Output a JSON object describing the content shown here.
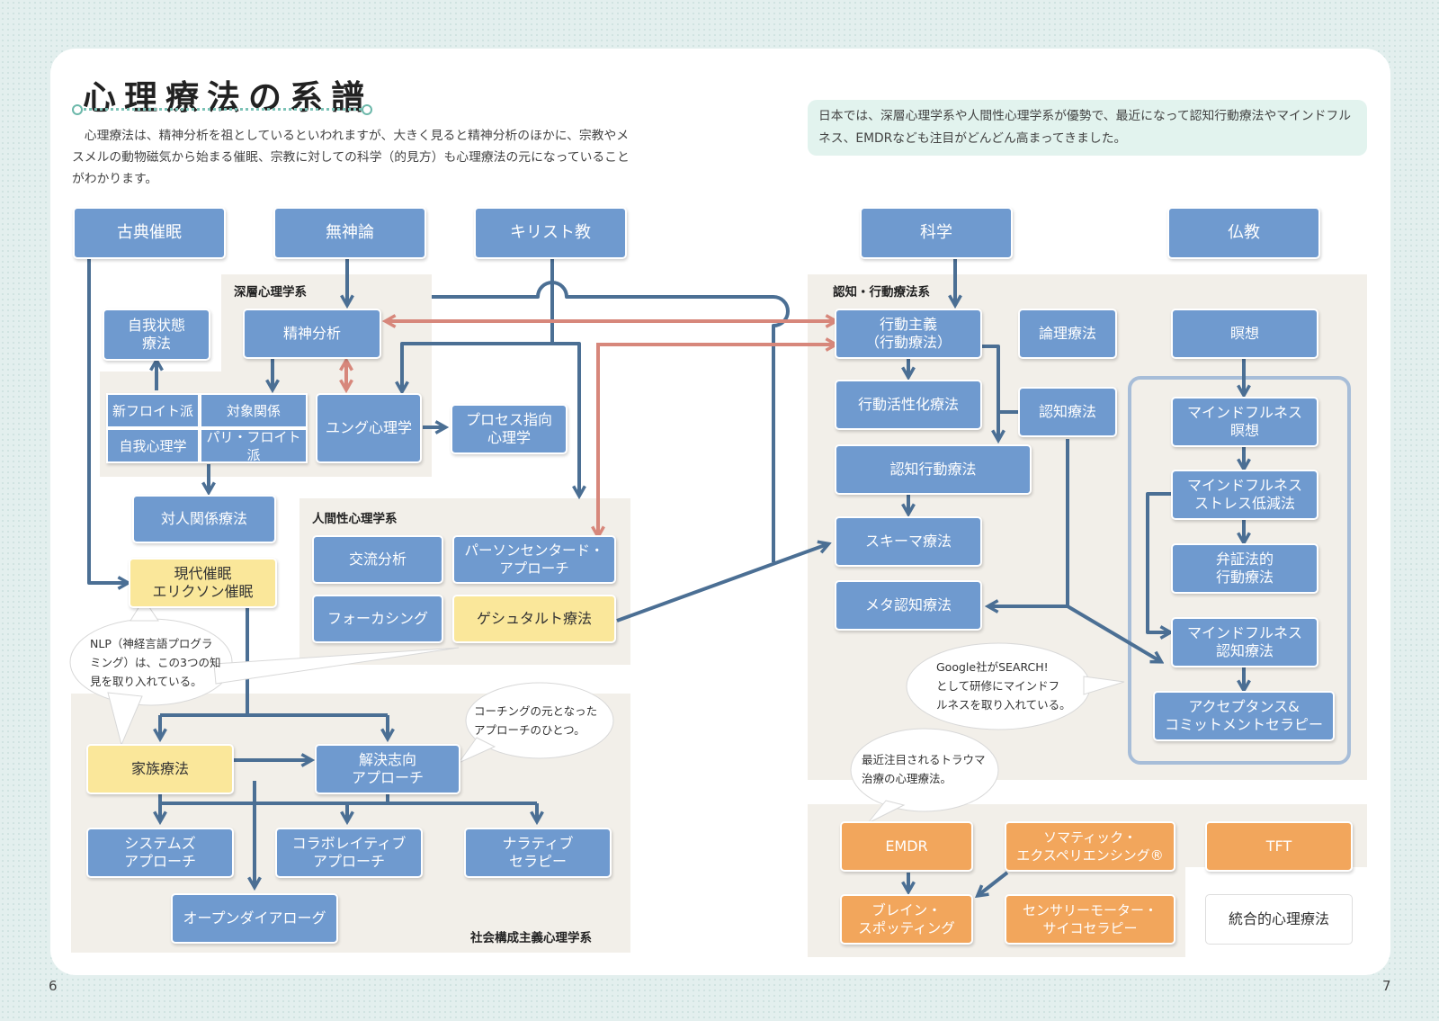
{
  "title": "心理療法の系譜",
  "intro": "心理療法は、精神分析を祖としているといわれますが、大きく見ると精神分析のほかに、宗教やメスメルの動物磁気から始まる催眠、宗教に対しての科学（的見方）も心理療法の元になっていることがわかります。",
  "note": "日本では、深層心理学系や人間性心理学系が優勢で、最近になって認知行動療法やマインドフルネス、EMDRなども注目がどんどん高まってきました。",
  "roots": {
    "classical_hypnosis": "古典催眠",
    "atheism": "無神論",
    "christianity": "キリスト教",
    "science": "科学",
    "buddhism": "仏教"
  },
  "groups": {
    "depth": "深層心理学系",
    "humanistic": "人間性心理学系",
    "social_constructionism": "社会構成主義心理学系",
    "cbt": "認知・行動療法系"
  },
  "depth": {
    "ego_state": "自我状態\n療法",
    "psychoanalysis": "精神分析",
    "neo_freudian": "新フロイト派",
    "object_relations": "対象関係",
    "ego_psychology": "自我心理学",
    "paris_freudian": "パリ・フロイト派",
    "jungian": "ユング心理学",
    "process_oriented": "プロセス指向\n心理学",
    "interpersonal": "対人関係療法",
    "modern_hypnosis": "現代催眠\nエリクソン催眠"
  },
  "humanistic": {
    "transactional": "交流分析",
    "person_centered": "パーソンセンタード・\nアプローチ",
    "focusing": "フォーカシング",
    "gestalt": "ゲシュタルト療法"
  },
  "social": {
    "family": "家族療法",
    "solution_focused": "解決志向\nアプローチ",
    "systems": "システムズ\nアプローチ",
    "collaborative": "コラボレイティブ\nアプローチ",
    "narrative": "ナラティブ\nセラピー",
    "open_dialogue": "オープンダイアローグ"
  },
  "cbt": {
    "behaviorism": "行動主義\n（行動療法）",
    "rational": "論理療法",
    "behavioral_activation": "行動活性化療法",
    "cognitive": "認知療法",
    "cbt": "認知行動療法",
    "schema": "スキーマ療法",
    "meta_cognitive": "メタ認知療法"
  },
  "mindfulness": {
    "meditation": "瞑想",
    "mf_meditation": "マインドフルネス\n瞑想",
    "mbsr": "マインドフルネス\nストレス低減法",
    "dbt": "弁証法的\n行動療法",
    "mbct": "マインドフルネス\n認知療法",
    "act": "アクセプタンス&\nコミットメントセラピー"
  },
  "trauma": {
    "emdr": "EMDR",
    "somatic": "ソマティック・\nエクスペリエンシング®",
    "tft": "TFT",
    "brainspotting": "ブレイン・\nスポッティング",
    "sensorimotor": "センサリーモーター・\nサイコセラピー",
    "integrative": "統合的心理療法"
  },
  "bubbles": {
    "nlp": "NLP（神経言語プログラ\nミング）は、この3つの知\n見を取り入れている。",
    "coaching": "コーチングの元となった\nアプローチのひとつ。",
    "google": "Google社がSEARCH!\nとして研修にマインドフ\nルネスを取り入れている。",
    "trauma": "最近注目されるトラウマ\n治療の心理療法。"
  },
  "page_numbers": {
    "left": "6",
    "right": "7"
  },
  "colors": {
    "node_blue": "#6f9acf",
    "node_yellow": "#fae79a",
    "node_orange": "#f2a65c",
    "arrow_blue": "#4b6f94",
    "arrow_red": "#d7877b",
    "group_bg": "#f2efe9",
    "note_bg": "#e2f3ee"
  }
}
